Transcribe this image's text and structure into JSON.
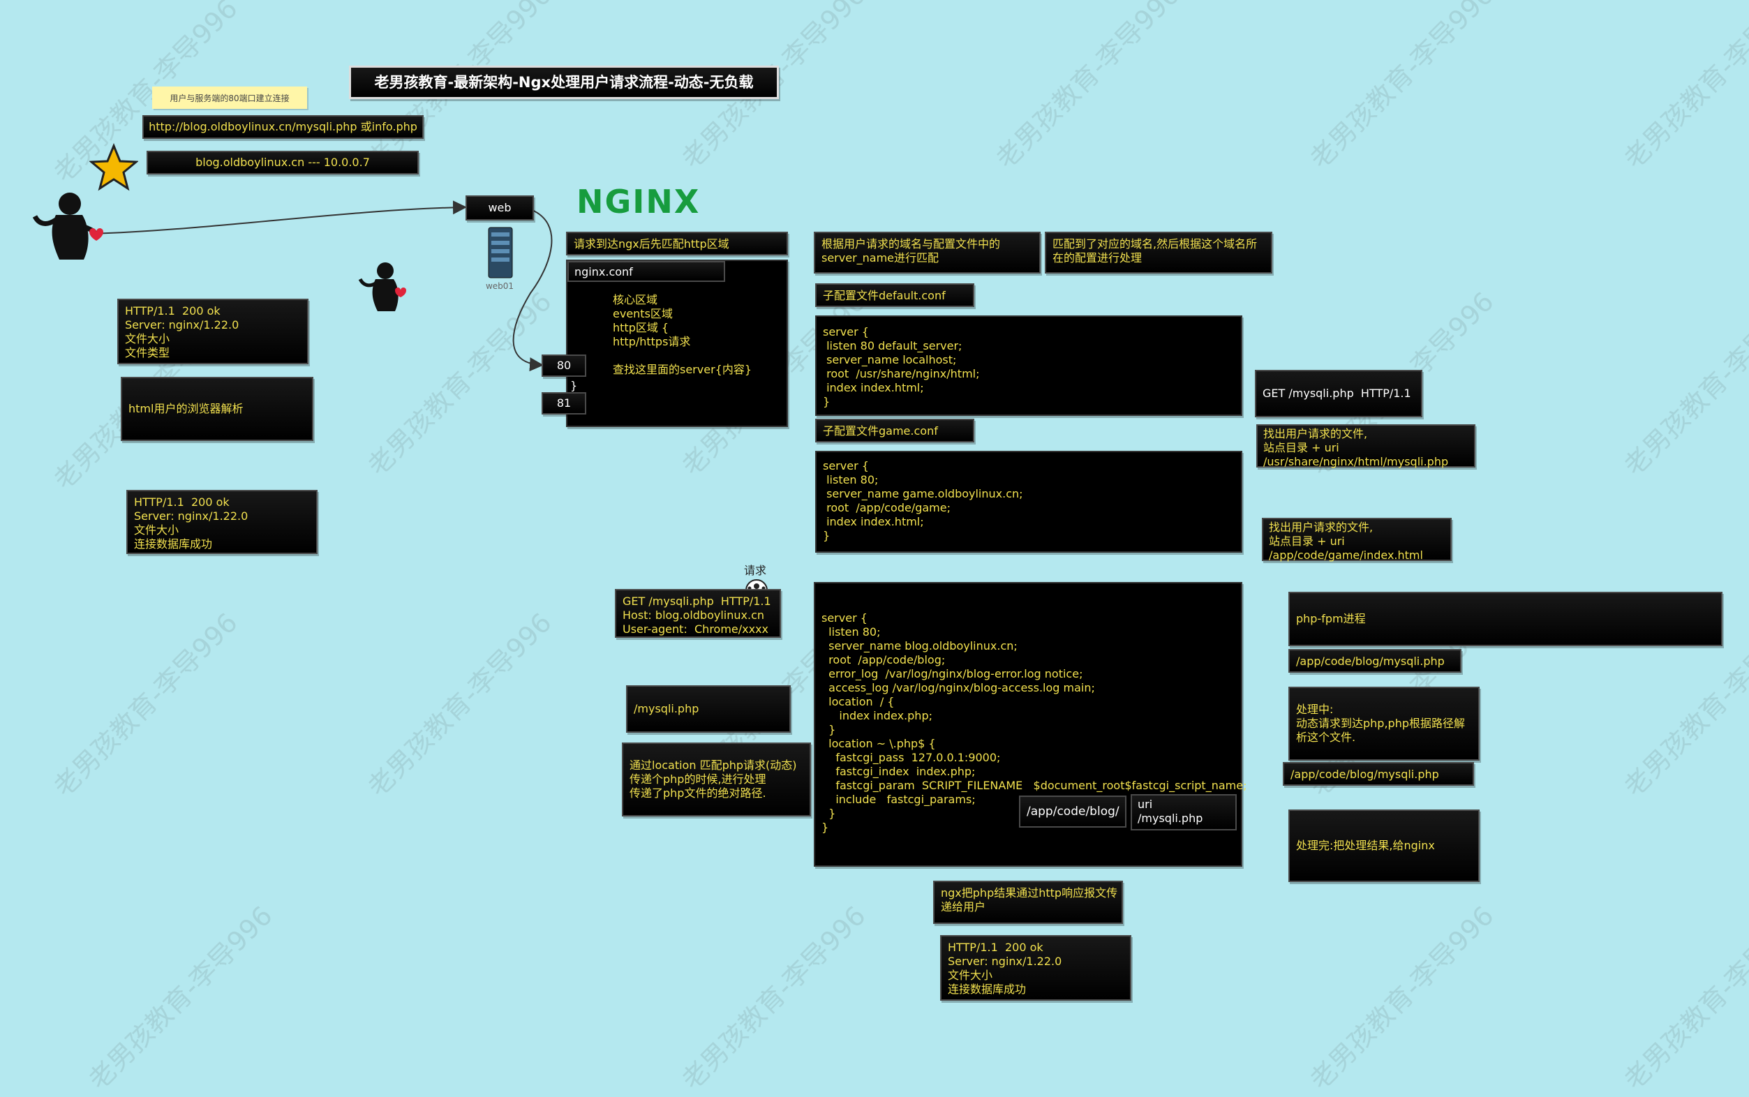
{
  "title": "老男孩教育-最新架构-Ngx处理用户请求流程-动态-无负载",
  "watermark": "老男孩教育-李导996",
  "sticky_note": "用户与服务端的80端口建立连接",
  "url_box": "http://blog.oldboylinux.cn/mysqli.php 或info.php",
  "dns_box": "blog.oldboylinux.cn --- 10.0.0.7",
  "web_label": "web",
  "server_caption": "web01",
  "nginx_logo": "NGINX",
  "response1": "HTTP/1.1  200 ok\nServer: nginx/1.22.0\n文件大小\n文件类型",
  "browser_parse": "html用户的浏览器解析",
  "response2": "HTTP/1.1  200 ok\nServer: nginx/1.22.0\n文件大小\n连接数据库成功",
  "match_http": "请求到达ngx后先匹配http区域",
  "nginx_conf_label": "nginx.conf",
  "nginx_conf_body": "核心区域\nevents区域\nhttp区域 {\nhttp/https请求\n\n查找这里面的server{内容}",
  "port_80": "80",
  "close_brace": "}",
  "port_81": "81",
  "server_name_match": "根据用户请求的域名与配置文件中的\nserver_name进行匹配",
  "matched_domain": "匹配到了对应的域名,然后根据这个域名所\n在的配置进行处理",
  "default_conf_label": "子配置文件default.conf",
  "default_conf_body": "server {\n listen 80 default_server;\n server_name localhost;\n root  /usr/share/nginx/html;\n index index.html;\n}",
  "game_conf_label": "子配置文件game.conf",
  "game_conf_body": "server {\n listen 80;\n server_name game.oldboylinux.cn;\n root  /app/code/game;\n index index.html;\n}",
  "get_request_right": "GET /mysqli.php  HTTP/1.1",
  "find_file_1": "找出用户请求的文件,\n站点目录 + uri\n/usr/share/nginx/html/mysqli.php",
  "find_file_2": "找出用户请求的文件,\n站点目录 + uri\n/app/code/game/index.html",
  "request_label": "请求",
  "request_headers": "GET /mysqli.php  HTTP/1.1\nHost: blog.oldboylinux.cn\nUser-agent:  Chrome/xxxx",
  "blog_conf_body": "server {\n  listen 80;\n  server_name blog.oldboylinux.cn;\n  root  /app/code/blog;\n  error_log  /var/log/nginx/blog-error.log notice;\n  access_log /var/log/nginx/blog-access.log main;\n  location  / {\n     index index.php;\n  }\n  location ~ \\.php$ {\n    fastcgi_pass  127.0.0.1:9000;\n    fastcgi_index  index.php;\n    fastcgi_param  SCRIPT_FILENAME   $document_root$fastcgi_script_name;\n    include   fastcgi_params;\n  }\n}",
  "doc_root": "/app/code/blog/",
  "uri_box": "uri\n/mysqli.php",
  "uri_mysqli": "/mysqli.php",
  "location_match": "通过location 匹配php请求(动态)\n传递个php的时候,进行处理\n传递了php文件的绝对路径.",
  "php_fpm": "php-fpm进程",
  "php_path_1": "/app/code/blog/mysqli.php",
  "processing": "处理中:\n动态请求到达php,php根据路径解\n析这个文件.",
  "php_path_2": "/app/code/blog/mysqli.php",
  "processed": "处理完:把处理结果,给nginx",
  "ngx_to_user": "ngx把php结果通过http响应报文传\n递给用户",
  "response3": "HTTP/1.1  200 ok\nServer: nginx/1.22.0\n文件大小\n连接数据库成功",
  "colors": {
    "background": "#b4e8ef",
    "box_text": "#f2e14f",
    "nginx_green": "#179c3e",
    "star": "#f5b800"
  }
}
